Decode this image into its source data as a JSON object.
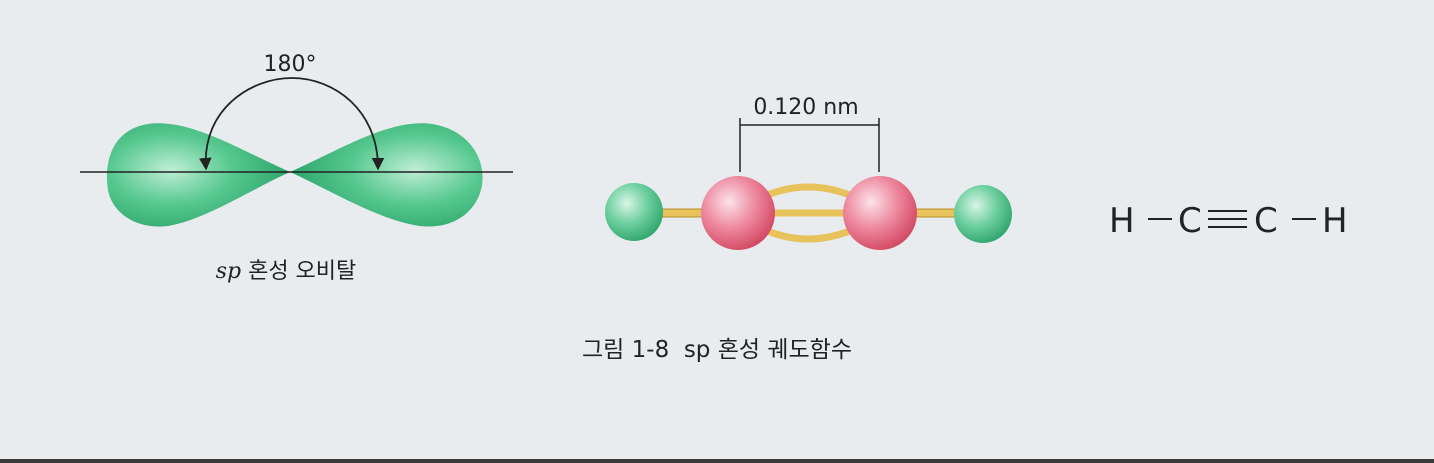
{
  "orbital": {
    "angle_label": "180°",
    "caption_italic": "sp",
    "caption_rest": " 혼성 오비탈"
  },
  "molecule": {
    "bond_length_label": "0.120 nm"
  },
  "formula": {
    "h_left": "H",
    "c_left": "C",
    "c_right": "C",
    "h_right": "H"
  },
  "figure_caption": "그림 1-8  sp 혼성 궤도함수",
  "colors": {
    "lobe_green": "#3fbf7f",
    "carbon_pink": "#e4566f",
    "hydrogen_green": "#4cc08a",
    "bond_yellow": "#e8c25a"
  }
}
